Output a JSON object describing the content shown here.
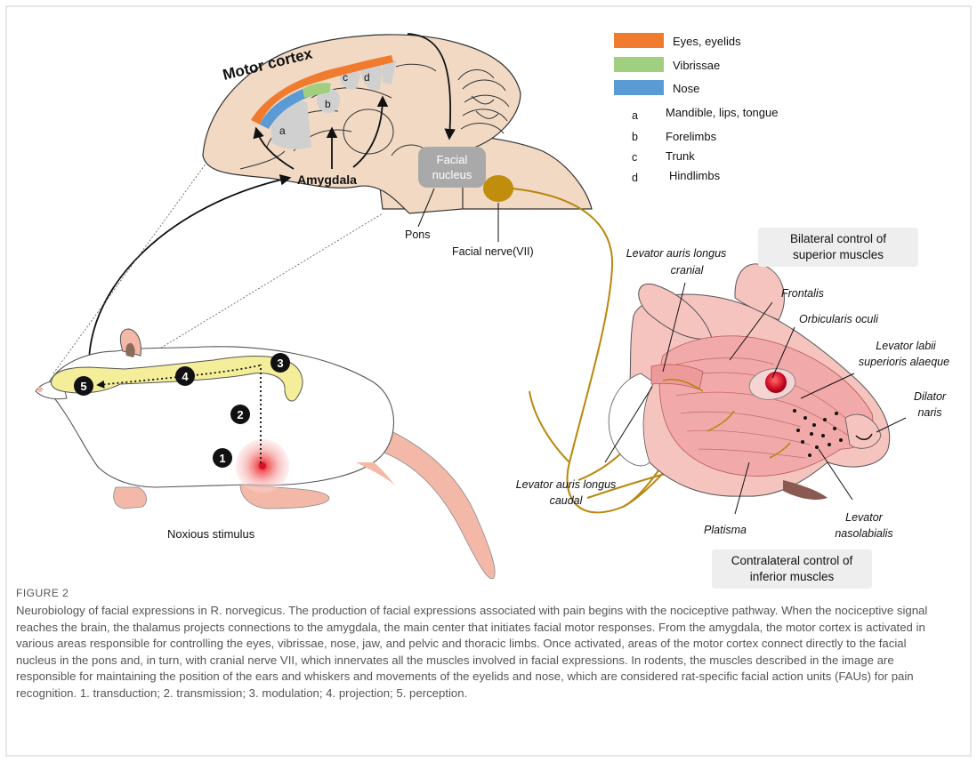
{
  "figure": {
    "motor_cortex": "Motor cortex",
    "amygdala": "Amygdala",
    "facial_nucleus_line1": "Facial",
    "facial_nucleus_line2": "nucleus",
    "pons": "Pons",
    "facial_nerve": "Facial nerve(VII)",
    "noxious_stimulus": "Noxious stimulus",
    "cortex_area_labels": [
      "a",
      "b",
      "c",
      "d"
    ],
    "steps": [
      "1",
      "2",
      "3",
      "4",
      "5"
    ],
    "legend": {
      "colored": [
        {
          "label": "Eyes, eyelids",
          "color": "#f07a2e"
        },
        {
          "label": "Vibrissae",
          "color": "#9fcf7f"
        },
        {
          "label": "Nose",
          "color": "#5b9bd5"
        }
      ],
      "lettered": [
        {
          "letter": "a",
          "label": "Mandible, lips, tongue"
        },
        {
          "letter": "b",
          "label": "Forelimbs"
        },
        {
          "letter": "c",
          "label": "Trunk"
        },
        {
          "letter": "d",
          "label": "Hindlimbs"
        }
      ]
    },
    "bilateral_box": [
      "Bilateral control of",
      "superior muscles"
    ],
    "contralateral_box": [
      "Contralateral control of",
      "inferior muscles"
    ],
    "muscles": {
      "levator_auris_cranial": [
        "Levator auris longus",
        "cranial"
      ],
      "frontalis": "Frontalis",
      "orbicularis_oculi": "Orbicularis oculi",
      "levator_labii": [
        "Levator labii",
        "superioris alaeque"
      ],
      "dilator_naris": [
        "Dilator",
        "naris"
      ],
      "levator_auris_caudal": [
        "Levator auris longus",
        "caudal"
      ],
      "platisma": "Platisma",
      "levator_nasolabialis": [
        "Levator",
        "nasolabialis"
      ]
    }
  },
  "caption": {
    "label": "FIGURE 2",
    "text": "Neurobiology of facial expressions in R. norvegicus. The production of facial expressions associated with pain begins with the nociceptive pathway. When the nociceptive signal reaches the brain, the thalamus projects connections to the amygdala, the main center that initiates facial motor responses. From the amygdala, the motor cortex is activated in various areas responsible for controlling the eyes, vibrissae, nose, jaw, and pelvic and thoracic limbs. Once activated, areas of the motor cortex connect directly to the facial nucleus in the pons and, in turn, with cranial nerve VII, which innervates all the muscles involved in facial expressions. In rodents, the muscles described in the image are responsible for maintaining the position of the ears and whiskers and movements of the eyelids and nose, which are considered rat-specific facial action units (FAUs) for pain recognition. 1. transduction; 2. transmission; 3. modulation; 4. projection; 5. perception."
  },
  "colors": {
    "border": "#cccccc",
    "brain": "#f1d9c4",
    "brain_stroke": "#333333",
    "nerve": "#b8860b",
    "spinal": "#f4ee9a",
    "rat_pink": "#f4b8a8",
    "muscle": "#f2a9a9"
  }
}
